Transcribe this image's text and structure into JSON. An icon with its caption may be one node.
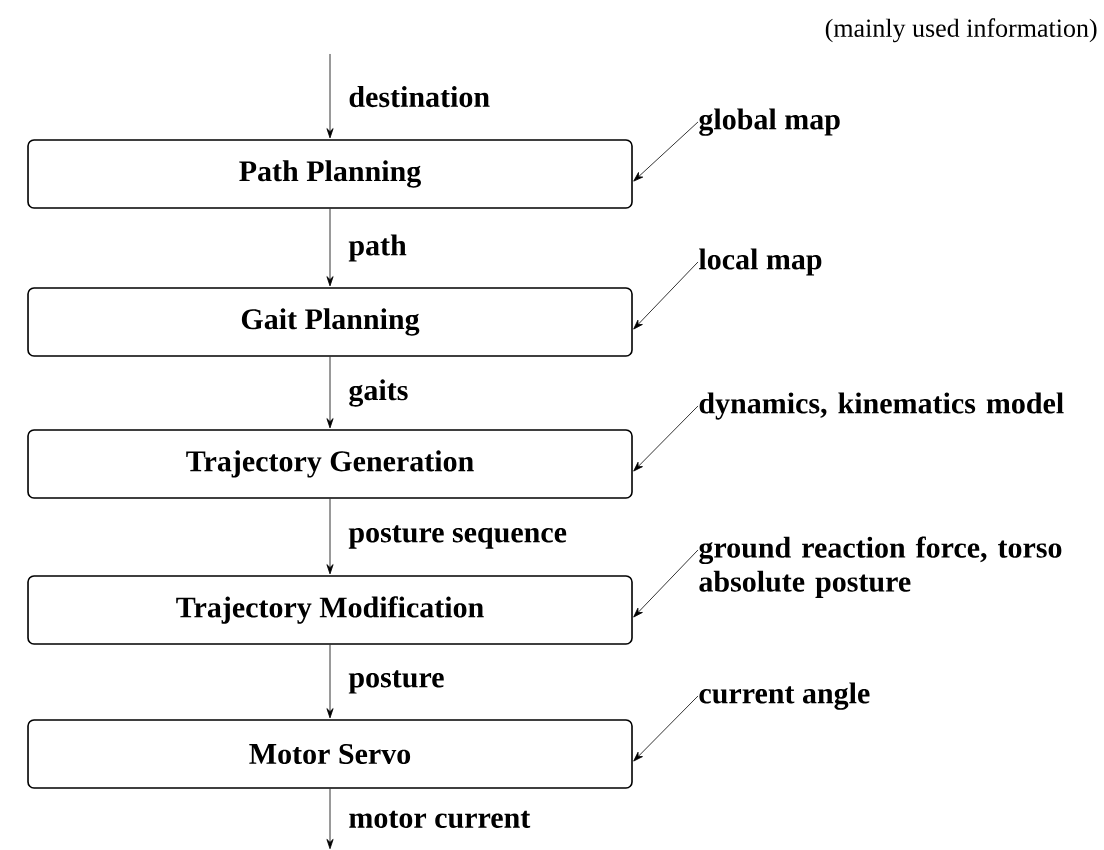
{
  "diagram": {
    "nodes": [
      {
        "text": [
          "Path Planning"
        ]
      },
      {
        "text": [
          "Gait Planning"
        ]
      },
      {
        "text": [
          "Trajectory Generation"
        ]
      },
      {
        "text": [
          "Trajectory Modification"
        ]
      },
      {
        "text": [
          "Motor Servo"
        ]
      },
      {
        "text": [
          "global map"
        ]
      },
      {
        "text": [
          "local map"
        ]
      },
      {
        "text": [
          "dynamics, kinematics model"
        ]
      },
      {
        "text": [
          "ground reaction force, torso absolute posture"
        ]
      },
      {
        "text": [
          "current angle"
        ]
      }
    ],
    "edges": [
      {
        "from": null,
        "to": 0,
        "arrow": "to",
        "label": "destination"
      },
      {
        "from": 0,
        "to": 1,
        "arrow": "to",
        "label": "path"
      },
      {
        "from": 1,
        "to": 2,
        "arrow": "to",
        "label": "gaits"
      },
      {
        "from": 2,
        "to": 3,
        "arrow": "to",
        "label": "posture sequence"
      },
      {
        "from": 3,
        "to": 4,
        "arrow": "to",
        "label": "posture"
      },
      {
        "from": 4,
        "to": null,
        "arrow": "to",
        "label": "motor current"
      },
      {
        "from": 5,
        "to": 0,
        "arrow": "to"
      },
      {
        "from": 6,
        "to": 1,
        "arrow": "to"
      },
      {
        "from": 7,
        "to": 2,
        "arrow": "to"
      },
      {
        "from": 8,
        "to": 3,
        "arrow": "to"
      },
      {
        "from": 9,
        "to": 4,
        "arrow": "to"
      }
    ],
    "labels": [
      "(mainly used information)"
    ]
  }
}
